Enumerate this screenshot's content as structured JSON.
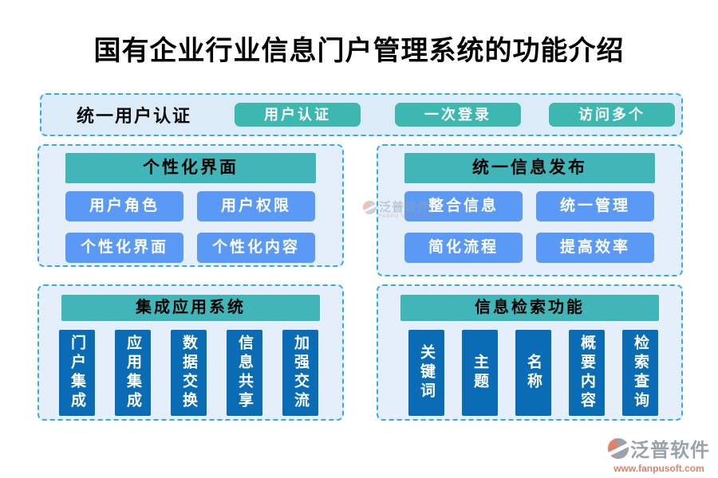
{
  "title": "国有企业行业信息门户管理系统的功能介绍",
  "auth_band": {
    "label": "统一用户认证",
    "buttons": [
      "用户认证",
      "一次登录",
      "访问多个"
    ]
  },
  "panels": {
    "personalization": {
      "header": "个性化界面",
      "buttons": [
        "用户角色",
        "用户权限",
        "个性化界面",
        "个性化内容"
      ]
    },
    "publishing": {
      "header": "统一信息发布",
      "buttons": [
        "整合信息",
        "统一管理",
        "简化流程",
        "提高效率"
      ]
    },
    "integration": {
      "header": "集成应用系统",
      "buttons": [
        "门户集成",
        "应用集成",
        "数据交换",
        "信息共享",
        "加强交流"
      ]
    },
    "search": {
      "header": "信息检索功能",
      "buttons": [
        "关键词",
        "主题",
        "名称",
        "概要内容",
        "检索查询"
      ]
    }
  },
  "watermark": {
    "brand": "泛普软件",
    "subtitle": "FANPU SOFTWARE"
  },
  "footer_logo": {
    "brand": "泛普软件",
    "url": "www.fanpusoft.com"
  },
  "icons": {
    "brand_logo": "fanpu-swoosh-circle"
  },
  "colors": {
    "teal": "#3cb8b0",
    "teal_header": "#41b6b9",
    "blue": "#5a99f5",
    "dark_blue": "#0a6cb4",
    "dashed_border": "#2eaee6",
    "band_bg": "#dcebf8",
    "panel_bg": "#e4effb",
    "title_text": "#000000",
    "brand_gray": "#9aa2ab",
    "brand_salmon": "#e0826a"
  }
}
